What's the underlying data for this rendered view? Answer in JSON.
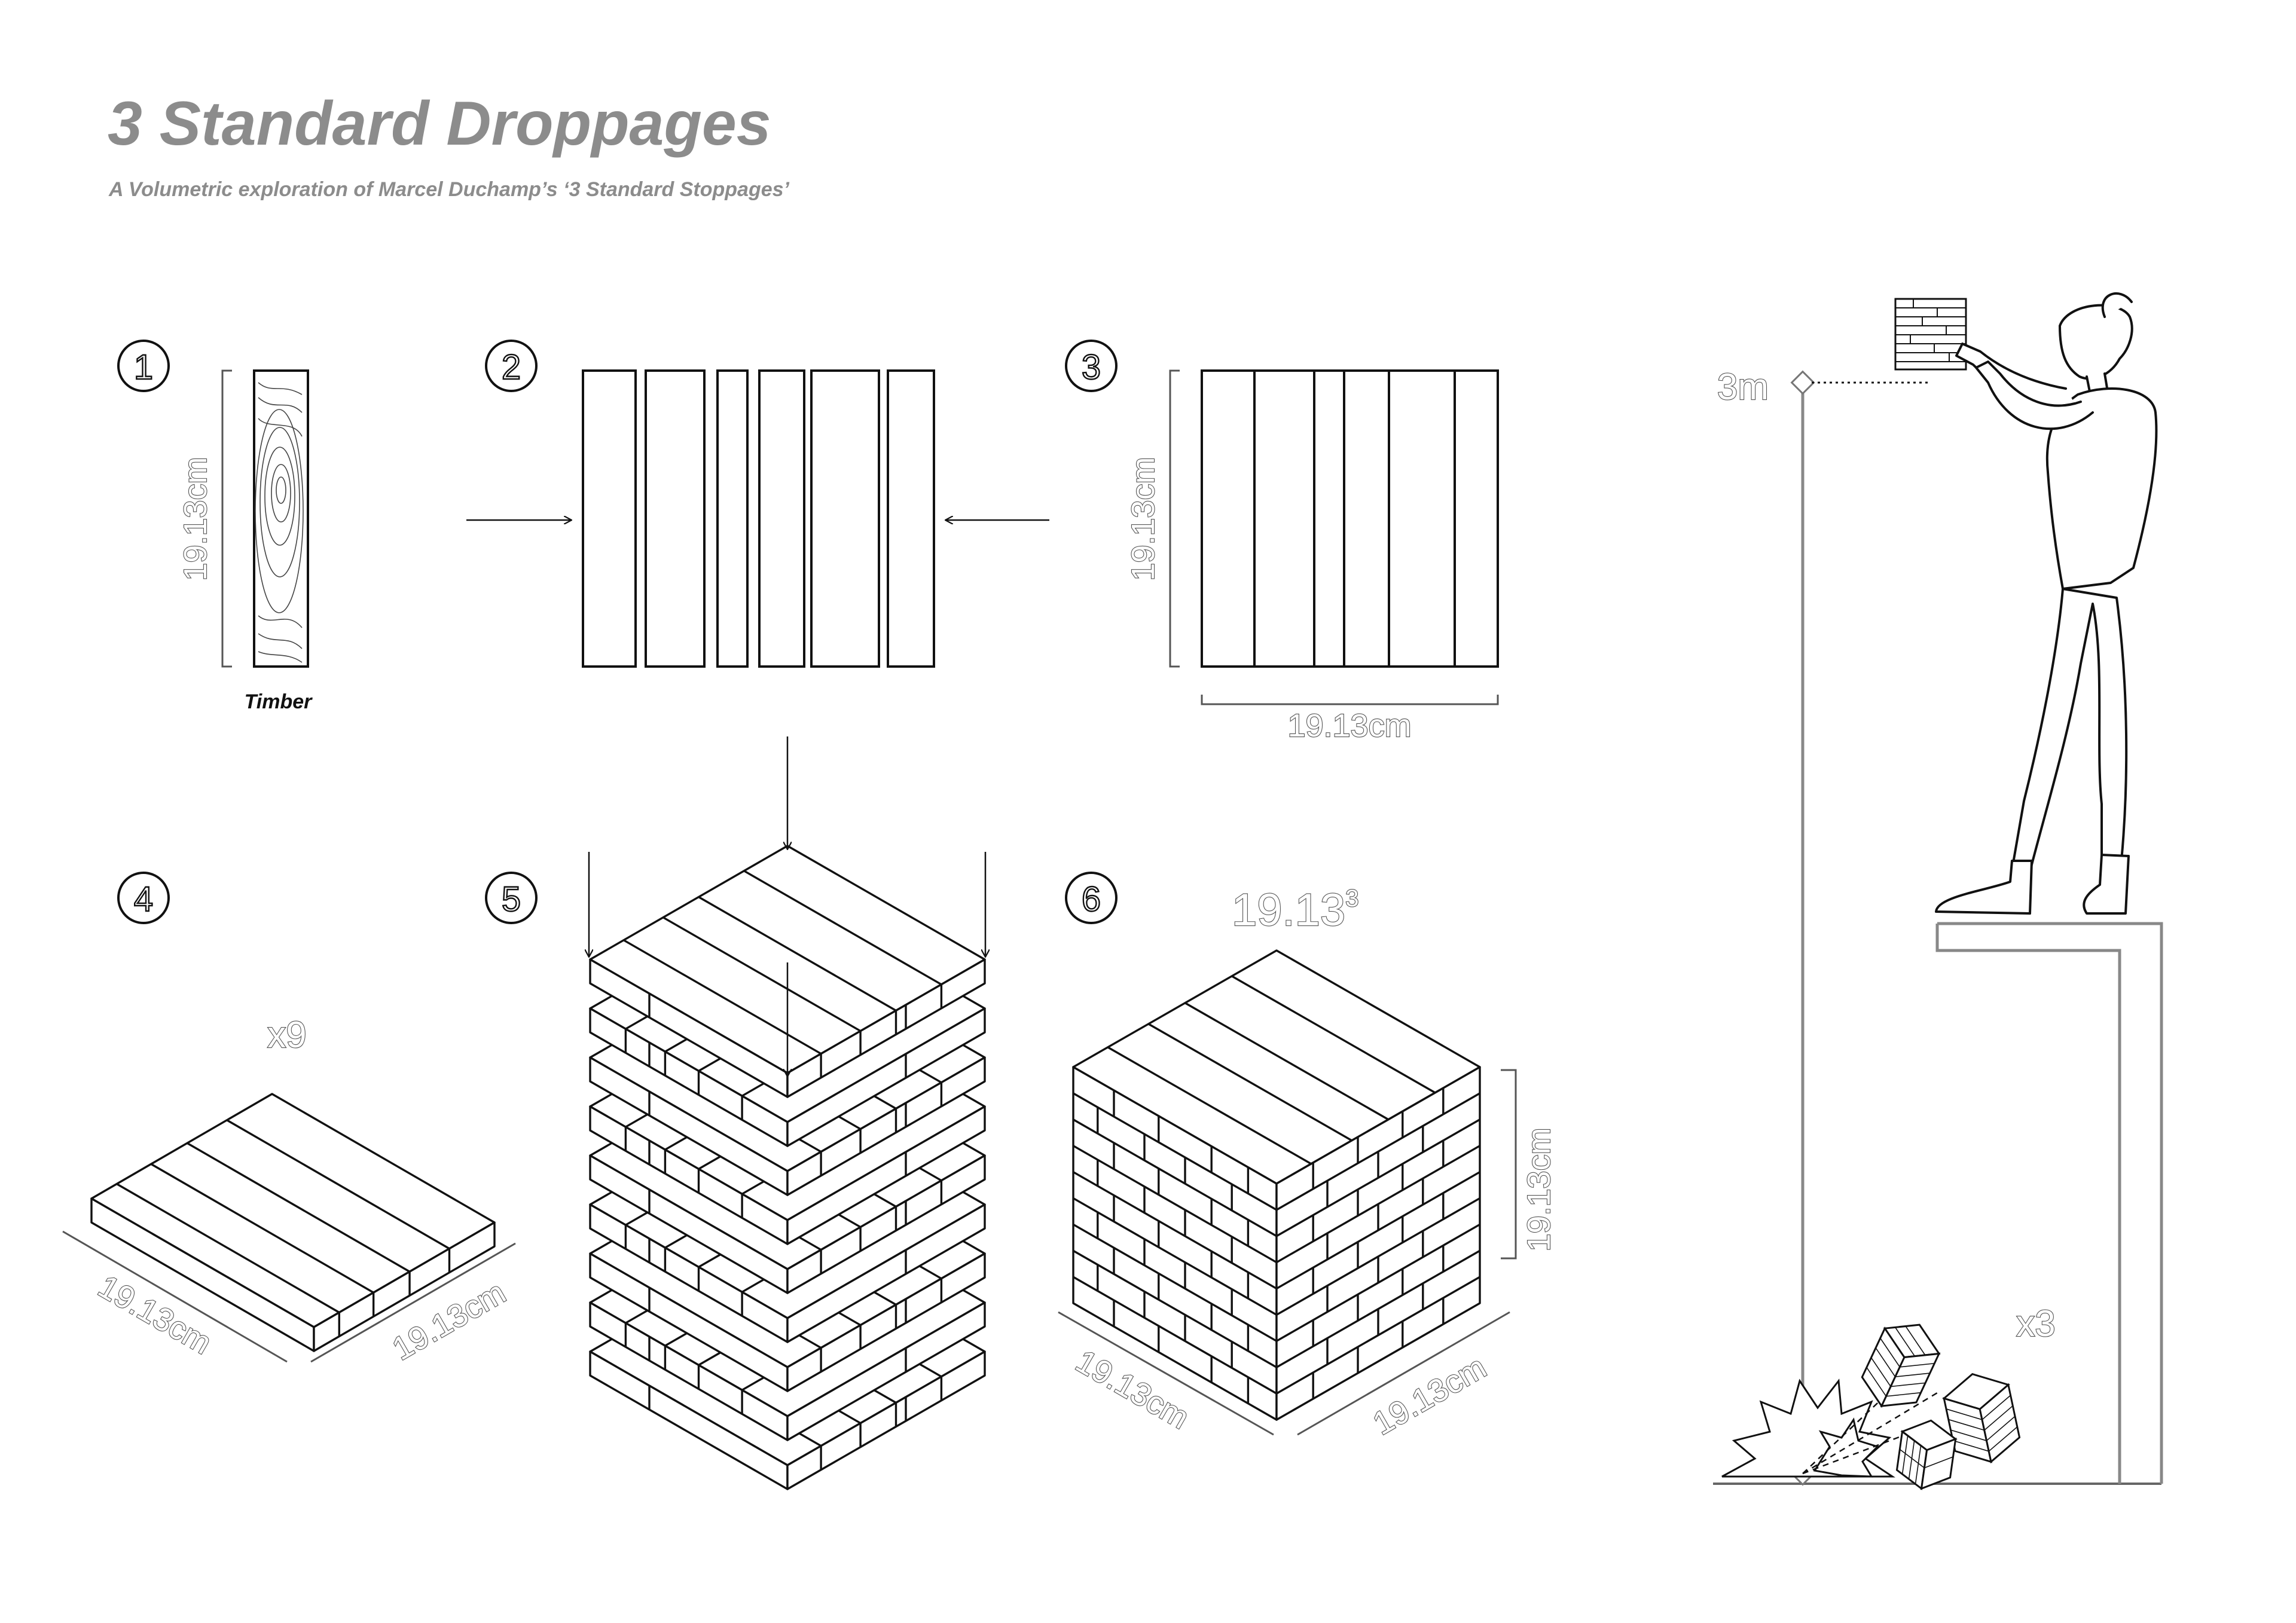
{
  "title": "3 Standard Droppages",
  "subtitle": "A Volumetric exploration of Marcel Duchamp’s ‘3 Standard Stoppages’",
  "steps": [
    {
      "number": "1",
      "dimension_label": "19.13cm",
      "material_label": "Timber"
    },
    {
      "number": "2"
    },
    {
      "number": "3",
      "height_label": "19.13cm",
      "width_label": "19.13cm"
    },
    {
      "number": "4",
      "multiplier": "x9",
      "side_a_label": "19.13cm",
      "side_b_label": "19.13cm"
    },
    {
      "number": "5"
    },
    {
      "number": "6",
      "volume_label": "19.13",
      "volume_exponent": "3",
      "height_label": "19.13cm",
      "side_a_label": "19.13cm",
      "side_b_label": "19.13cm"
    }
  ],
  "drop": {
    "height_label": "3m",
    "multiplier": "x3"
  },
  "colors": {
    "title": "#8c8c8c",
    "line": "#111111",
    "dim_line": "#555555",
    "drop_line": "#888888"
  }
}
